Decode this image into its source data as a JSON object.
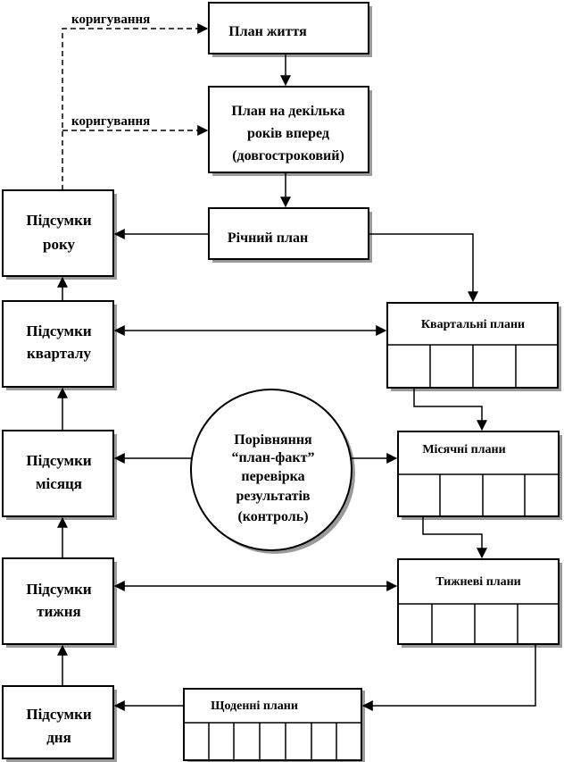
{
  "boxes": {
    "life_plan": "План життя",
    "long_term_plan": [
      "План на декілька",
      "років вперед",
      "(довгостроковий)"
    ],
    "annual_plan": "Річний план",
    "quarterly_plans": "Квартальні плани",
    "monthly_plans": "Місячні плани",
    "weekly_plans": "Тижневі плани",
    "daily_plans": "Щоденні плани",
    "year_results": [
      "Підсумки",
      "року"
    ],
    "quarter_results": [
      "Підсумки",
      "кварталу"
    ],
    "month_results": [
      "Підсумки",
      "місяця"
    ],
    "week_results": [
      "Підсумки",
      "тижня"
    ],
    "day_results": [
      "Підсумки",
      "дня"
    ]
  },
  "center": [
    "Порівняння",
    "“план-факт”",
    "перевірка",
    "результатів",
    "(контроль)"
  ],
  "labels": {
    "correction_1": "коригування",
    "correction_2": "коригування"
  },
  "colors": {
    "line": "#000000",
    "shadow": "#9a9a9a",
    "fill": "#ffffff"
  }
}
